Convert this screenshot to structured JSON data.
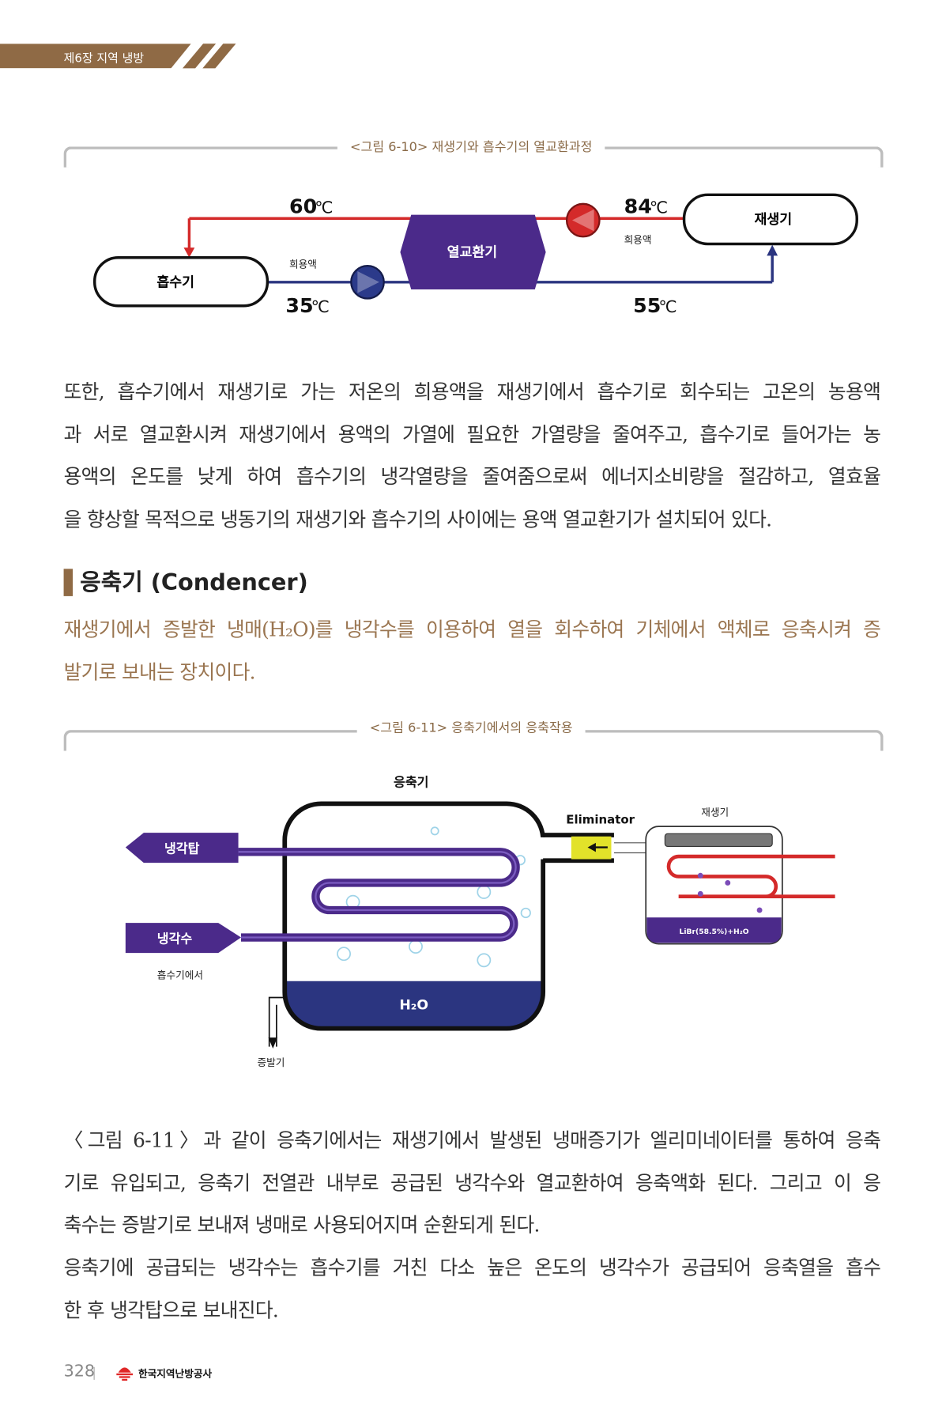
{
  "header": {
    "chapter": "제6장 지역 냉방"
  },
  "figure1": {
    "caption": "<그림 6-10> 재생기와 흡수기의 열교환과정",
    "absorber": "흡수기",
    "regenerator": "재생기",
    "heat_exchanger": "열교환기",
    "temp_60": "60",
    "temp_84": "84",
    "temp_35": "35",
    "temp_55": "55",
    "unit": "℃",
    "dilute_top": "희용액",
    "dilute_bottom": "희용액"
  },
  "para1": [
    "또한, 흡수기에서 재생기로 가는 저온의 희용액을 재생기에서 흡수기로 회수되는 고온의 농용액",
    "과 서로 열교환시켜 재생기에서 용액의 가열에 필요한 가열량을 줄여주고, 흡수기로 들어가는 농",
    "용액의 온도를 낮게 하여 흡수기의 냉각열량을 줄여줌으로써 에너지소비량을 절감하고, 열효율",
    "을 향상할 목적으로 냉동기의 재생기와 흡수기의 사이에는 용액 열교환기가 설치되어 있다."
  ],
  "section": {
    "heading": "응축기 (Condencer)",
    "definition": [
      "재생기에서 증발한 냉매(H₂O)를 냉각수를 이용하여 열을 회수하여 기체에서 액체로 응축시켜 증",
      "발기로 보내는 장치이다."
    ]
  },
  "figure2": {
    "caption": "<그림 6-11> 응축기에서의 응축작용",
    "condenser": "응축기",
    "eliminator": "Eliminator",
    "regenerator": "재생기",
    "solution": "LiBr(58.5%)+H₂O",
    "cooling_tower": "냉각탑",
    "cooling_water": "냉각수",
    "from_absorber": "흡수기에서",
    "water": "H₂O",
    "evaporator": "증발기"
  },
  "para2": [
    "〈그림 6-11〉과 같이 응축기에서는 재생기에서 발생된 냉매증기가 엘리미네이터를 통하여 응축",
    "기로 유입되고, 응축기 전열관 내부로 공급된 냉각수와 열교환하여 응축액화 된다. 그리고 이 응",
    "축수는 증발기로 보내져 냉매로 사용되어지며 순환되게 된다."
  ],
  "para3": [
    "응축기에 공급되는 냉각수는 흡수기를 거친 다소 높은 온도의 냉각수가 공급되어 응축열을 흡수",
    "한 후 냉각탑으로 보내진다."
  ],
  "footer": {
    "page": "328",
    "publisher": "한국지역난방공사"
  },
  "colors": {
    "brand": "#8f6a45",
    "purple": "#4b2a8a",
    "red": "#d42a2a",
    "navy": "#2b3580"
  }
}
